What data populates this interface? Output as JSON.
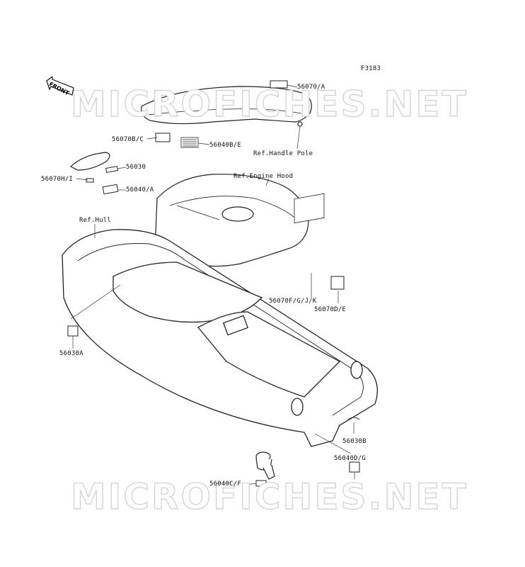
{
  "figure_code": "F3183",
  "watermark": "MICROFICHES.NET",
  "front_arrow": "FRONT",
  "labels": {
    "l56070A": "56070/A",
    "l56070BC": "56070B/C",
    "l56040BE": "56040B/E",
    "refHandlePole": "Ref.Handle Pole",
    "l56030": "56030",
    "l56070HI": "56070H/I",
    "l56040A": "56040/A",
    "refEngineHood": "Ref.Engine Hood",
    "refHull": "Ref.Hull",
    "l56070FGJK": "56070F/G/J/K",
    "l56070DE": "56070D/E",
    "l56030A": "56030A",
    "l56030B": "56030B",
    "l56040DG": "56040D/G",
    "l56040CF": "56040C/F"
  }
}
